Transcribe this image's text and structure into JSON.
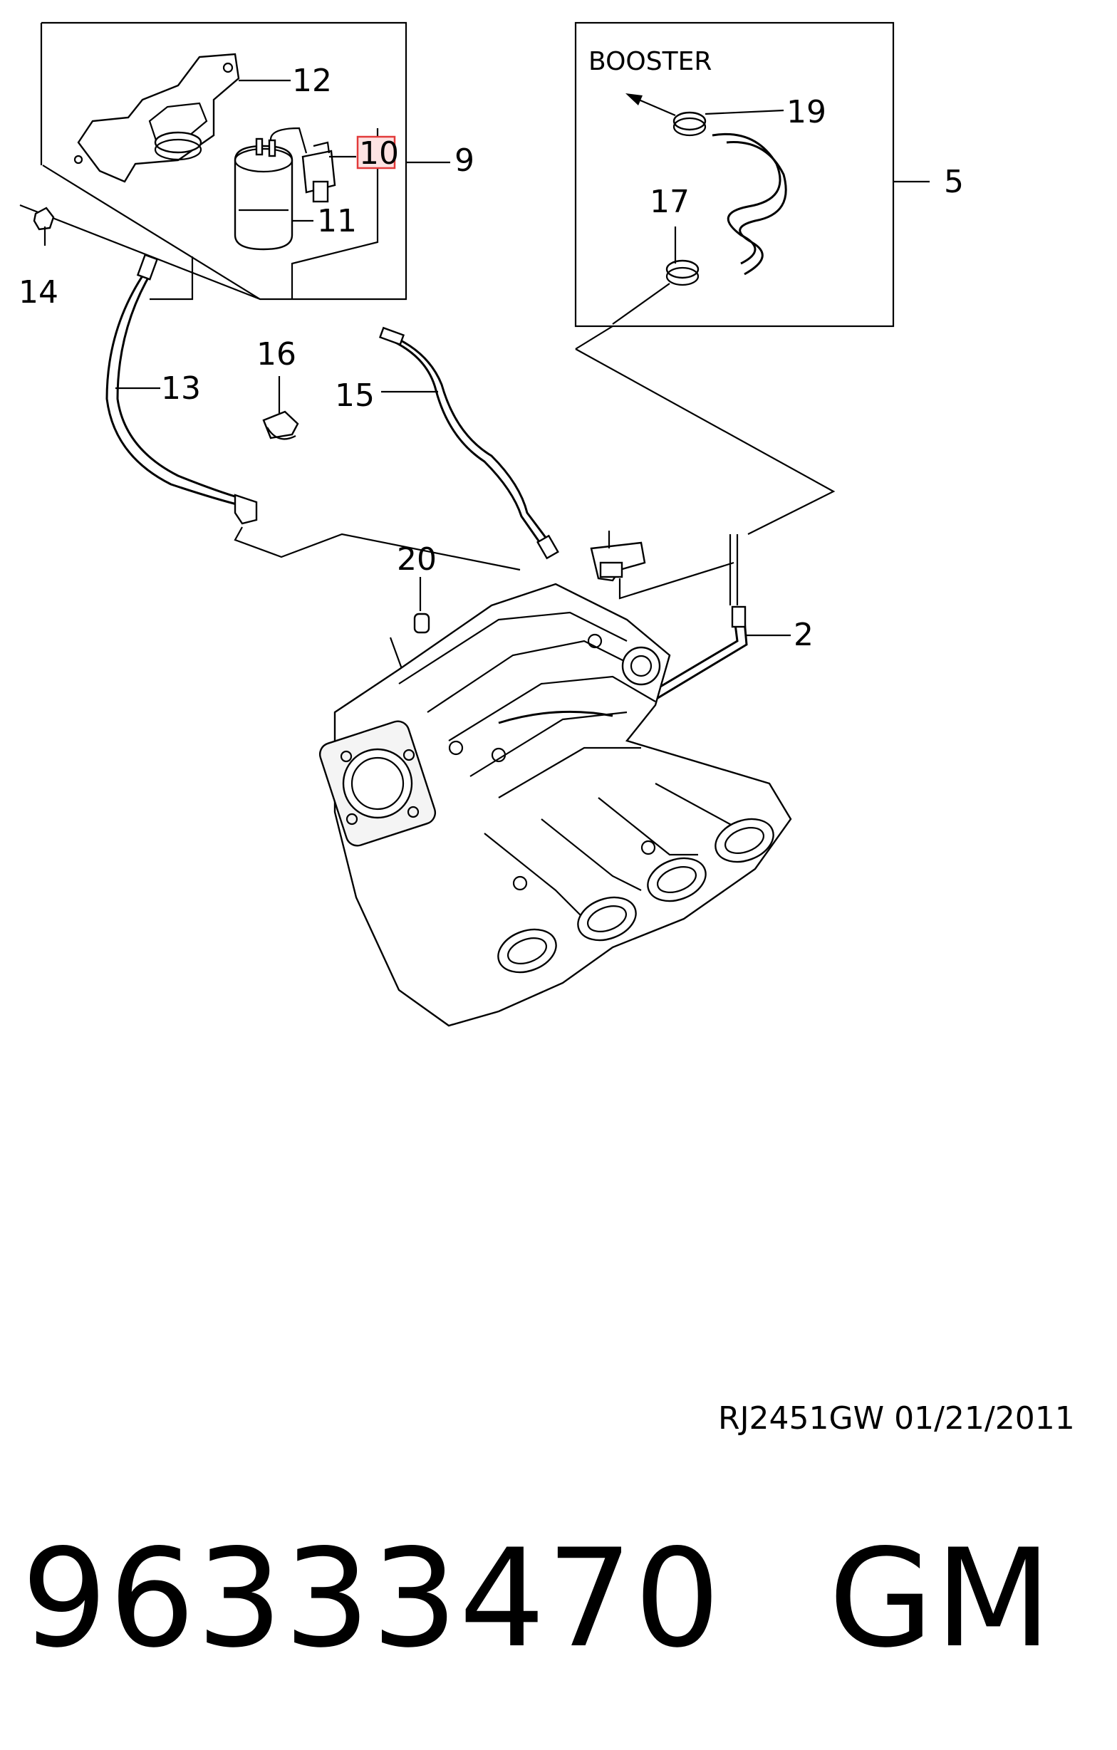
{
  "diagram": {
    "booster_label": "BOOSTER",
    "callouts": {
      "c12": "12",
      "c10": "10",
      "c9": "9",
      "c11": "11",
      "c14": "14",
      "c19": "19",
      "c17": "17",
      "c5": "5",
      "c16": "16",
      "c13": "13",
      "c15": "15",
      "c20": "20",
      "c2": "2"
    },
    "highlight_color": "#e23a3a"
  },
  "footer": {
    "revision": "RJ2451GW  01/21/2011",
    "part_number": "96333470",
    "brand": "GM"
  }
}
